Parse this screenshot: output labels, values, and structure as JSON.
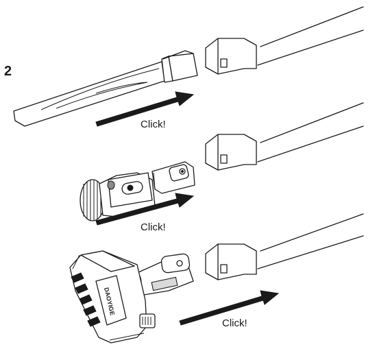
{
  "step_number": "2",
  "steps": [
    {
      "id": "crevice-tool",
      "click_label": "Click!"
    },
    {
      "id": "mini-brush",
      "click_label": "Click!"
    },
    {
      "id": "turbo-brush",
      "click_label": "Click!"
    }
  ],
  "brush_brand": "DAOYIGE",
  "colors": {
    "ink": "#1a1a1a",
    "paper": "#ffffff"
  }
}
